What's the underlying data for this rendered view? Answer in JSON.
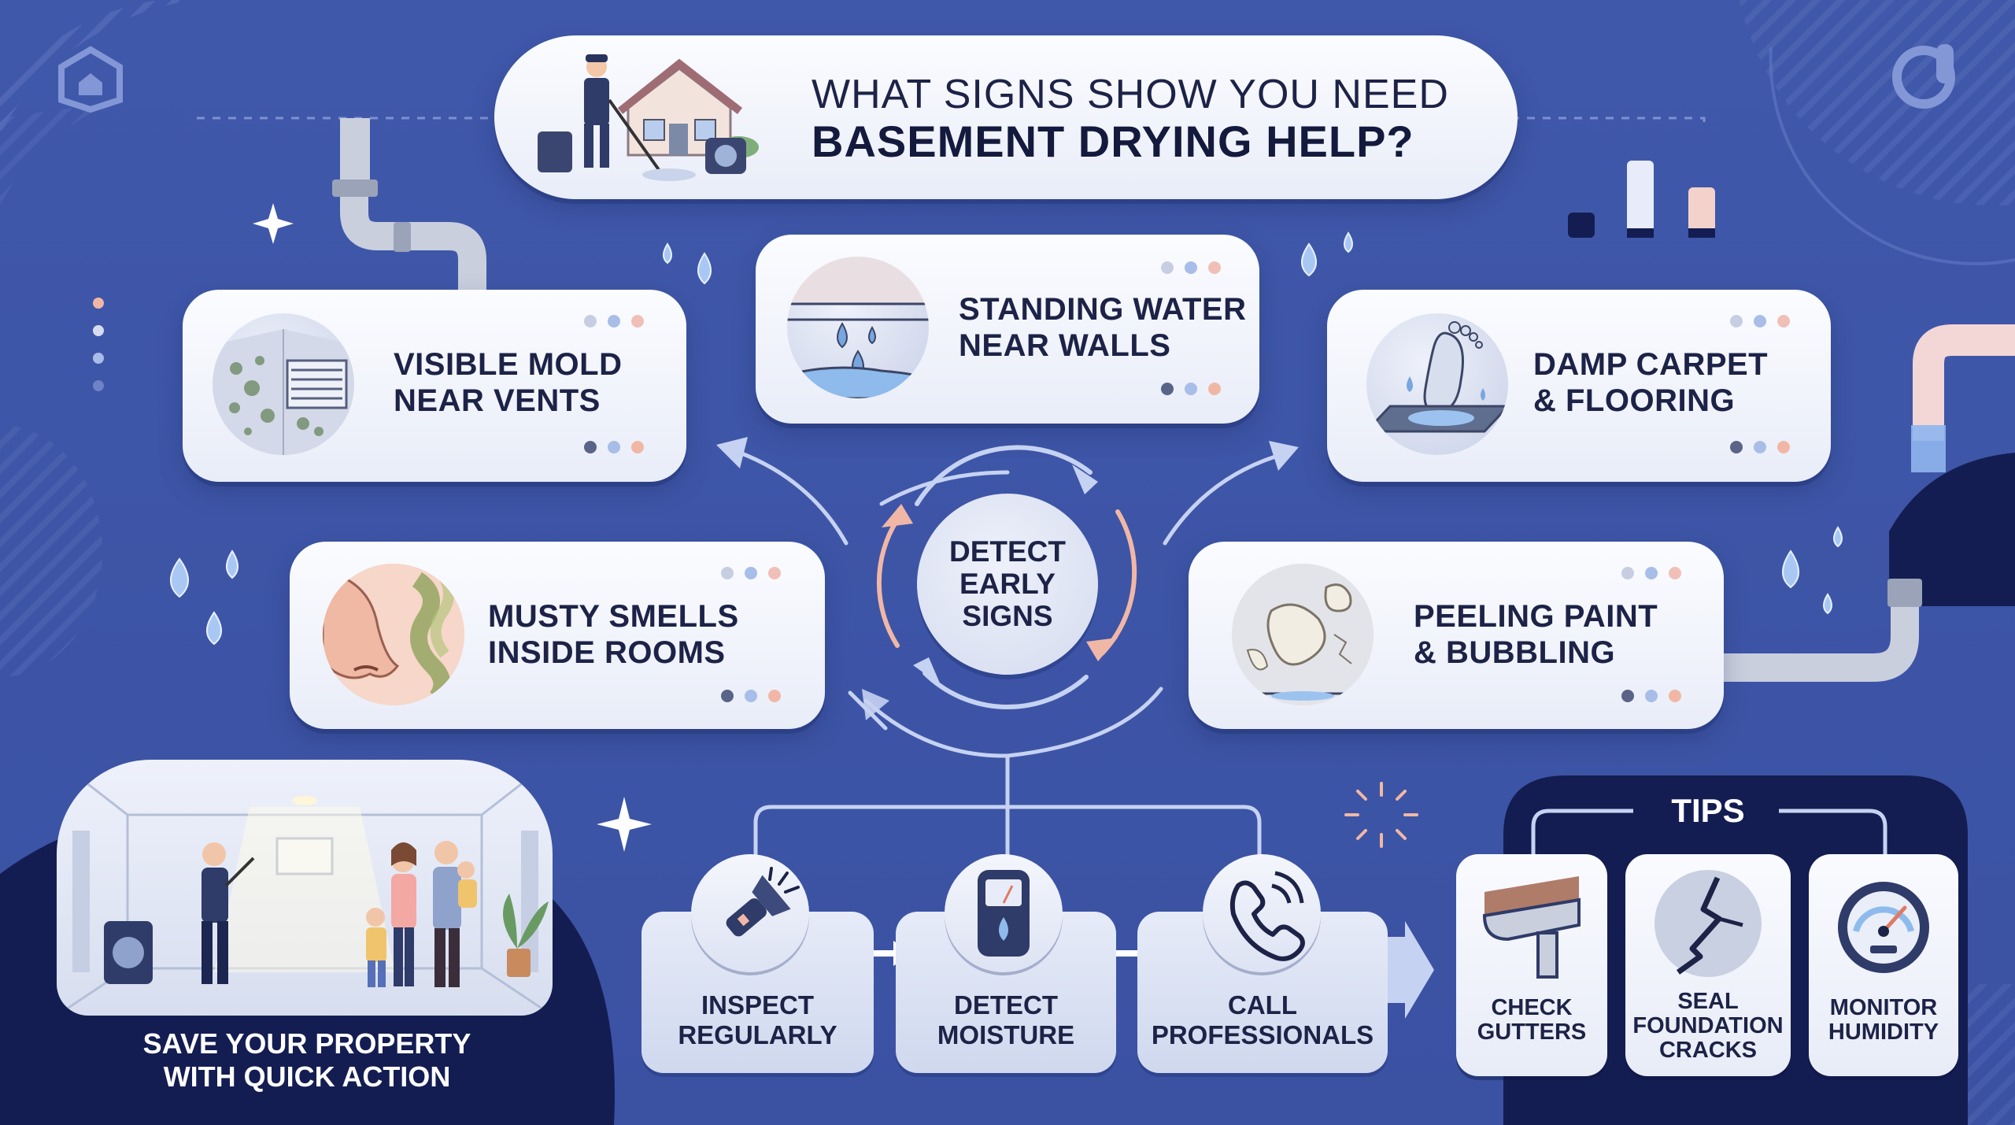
{
  "header": {
    "line1": "WHAT SIGNS SHOW YOU NEED",
    "line2": "BASEMENT DRYING HELP?"
  },
  "center": {
    "line1": "DETECT",
    "line2": "EARLY",
    "line3": "SIGNS"
  },
  "signs": [
    {
      "line1": "VISIBLE MOLD",
      "line2": "NEAR VENTS",
      "icon": "mold-vent-icon"
    },
    {
      "line1": "STANDING WATER",
      "line2": "NEAR WALLS",
      "icon": "water-puddle-icon"
    },
    {
      "line1": "DAMP CARPET",
      "line2": "& FLOORING",
      "icon": "wet-carpet-icon"
    },
    {
      "line1": "MUSTY SMELLS",
      "line2": "INSIDE ROOMS",
      "icon": "nose-smell-icon"
    },
    {
      "line1": "PEELING PAINT",
      "line2": "& BUBBLING",
      "icon": "peeling-wall-icon"
    }
  ],
  "steps": [
    {
      "line1": "INSPECT",
      "line2": "REGULARLY",
      "icon": "flashlight-icon"
    },
    {
      "line1": "DETECT",
      "line2": "MOISTURE",
      "icon": "moisture-meter-icon"
    },
    {
      "line1": "CALL",
      "line2": "PROFESSIONALS",
      "icon": "phone-icon"
    }
  ],
  "tips": {
    "title": "TIPS",
    "items": [
      {
        "line1": "CHECK",
        "line2": "GUTTERS",
        "line3": "",
        "icon": "gutter-icon"
      },
      {
        "line1": "SEAL",
        "line2": "FOUNDATION",
        "line3": "CRACKS",
        "icon": "crack-icon"
      },
      {
        "line1": "MONITOR",
        "line2": "HUMIDITY",
        "line3": "",
        "icon": "gauge-icon"
      }
    ]
  },
  "footer": {
    "line1": "SAVE YOUR PROPERTY",
    "line2": "WITH QUICK ACTION"
  },
  "colors": {
    "background": "#3d55a8",
    "navy": "#141d52",
    "card": "#f2f4fb",
    "accent_pink": "#f1b7a6",
    "accent_blue": "#a8bde8",
    "text": "#1d2347"
  }
}
